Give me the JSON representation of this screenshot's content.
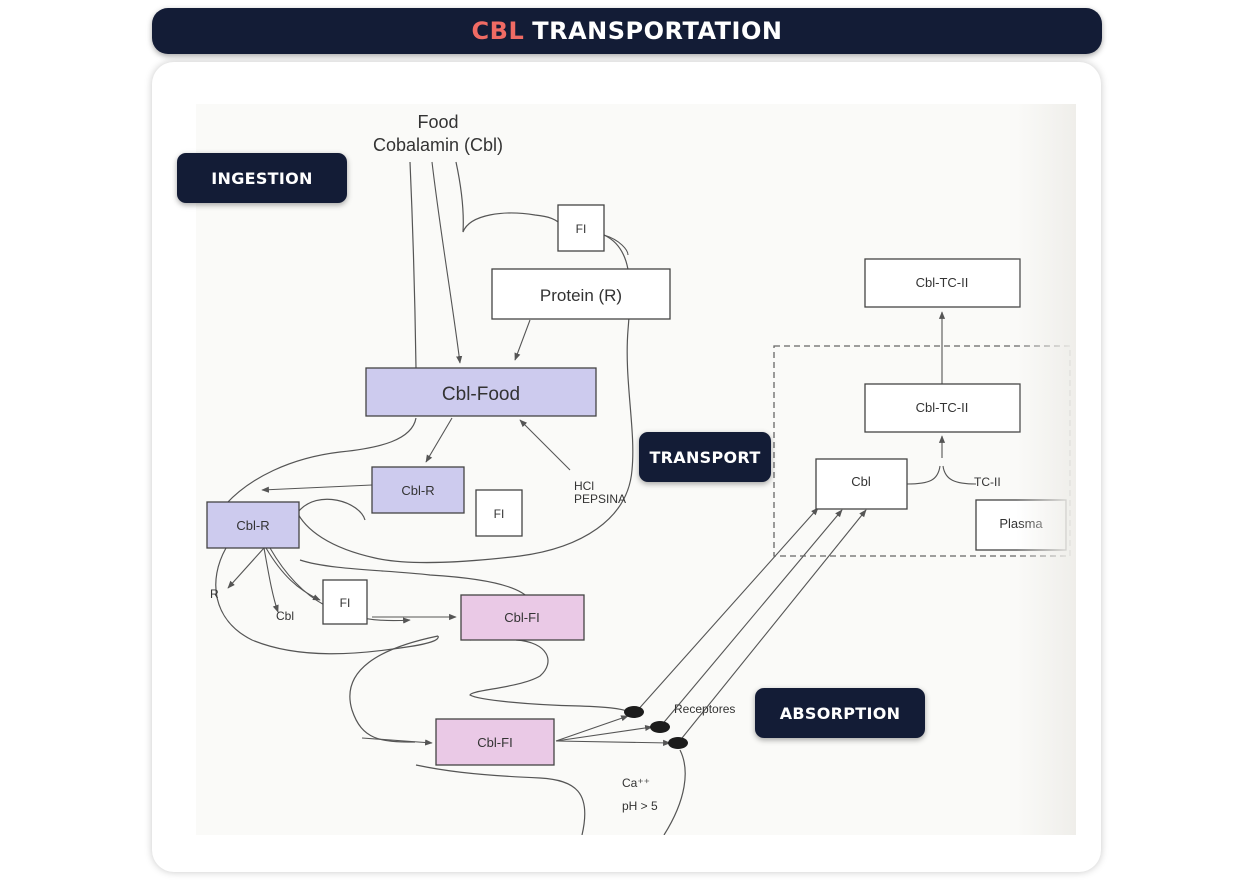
{
  "header": {
    "title_accent": "CBL",
    "title_main": "TRANSPORTATION"
  },
  "stages": {
    "ingestion": "INGESTION",
    "transport": "TRANSPORT",
    "absorption": "ABSORPTION"
  },
  "diagram": {
    "food_line1": "Food",
    "food_line2": "Cobalamin (Cbl)",
    "fi": "FI",
    "protein": "Protein (R)",
    "cbl_food": "Cbl-Food",
    "cbl_r": "Cbl-R",
    "hcl": "HCl",
    "pepsina": "PEPSINA",
    "r": "R",
    "cbl": "Cbl",
    "cbl_fi": "Cbl-FI",
    "receptores": "Receptores",
    "ca": "Ca⁺⁺",
    "ph": "pH > 5",
    "cbl_tc_ii": "Cbl-TC-II",
    "tc_ii": "TC-II",
    "plasma": "Plasma"
  },
  "colors": {
    "header_bg": "#131c36",
    "accent": "#f06b64",
    "cbl_food_fill": "#cdcbee",
    "cbl_fi_fill": "#eac9e6"
  }
}
